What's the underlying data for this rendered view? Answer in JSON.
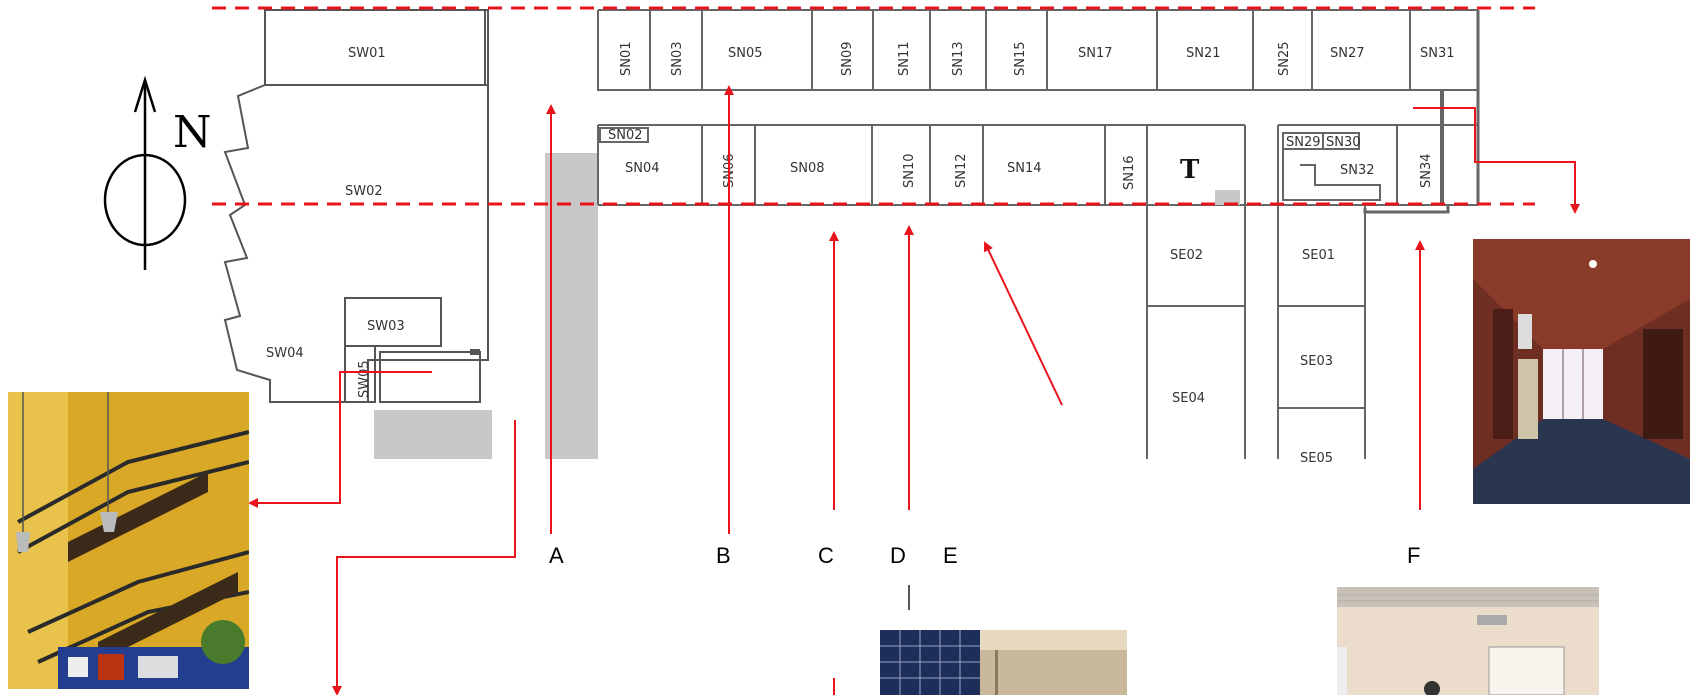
{
  "compass": {
    "label": "N",
    "icon": "north-arrow-icon"
  },
  "rooms": {
    "sw01": "SW01",
    "sw02": "SW02",
    "sw03": "SW03",
    "sw04": "SW04",
    "sw05": "SW05",
    "sn01": "SN01",
    "sn03": "SN03",
    "sn05": "SN05",
    "sn09": "SN09",
    "sn11": "SN11",
    "sn13": "SN13",
    "sn15": "SN15",
    "sn17": "SN17",
    "sn21": "SN21",
    "sn25": "SN25",
    "sn27": "SN27",
    "sn31": "SN31",
    "sn02": "SN02",
    "sn04": "SN04",
    "sn06": "SN06",
    "sn08": "SN08",
    "sn10": "SN10",
    "sn12": "SN12",
    "sn14": "SN14",
    "sn16": "SN16",
    "t": "T",
    "sn29": "SN29",
    "sn30": "SN30",
    "sn32": "SN32",
    "sn34": "SN34",
    "se01": "SE01",
    "se02": "SE02",
    "se03": "SE03",
    "se04": "SE04",
    "se05": "SE05"
  },
  "viewpoints": [
    "A",
    "B",
    "C",
    "D",
    "E",
    "F"
  ],
  "colors": {
    "arrow": "#e8141c",
    "dashed_line": "#e8141c",
    "wall": "#555555",
    "shaft": "#c8c8c8"
  }
}
